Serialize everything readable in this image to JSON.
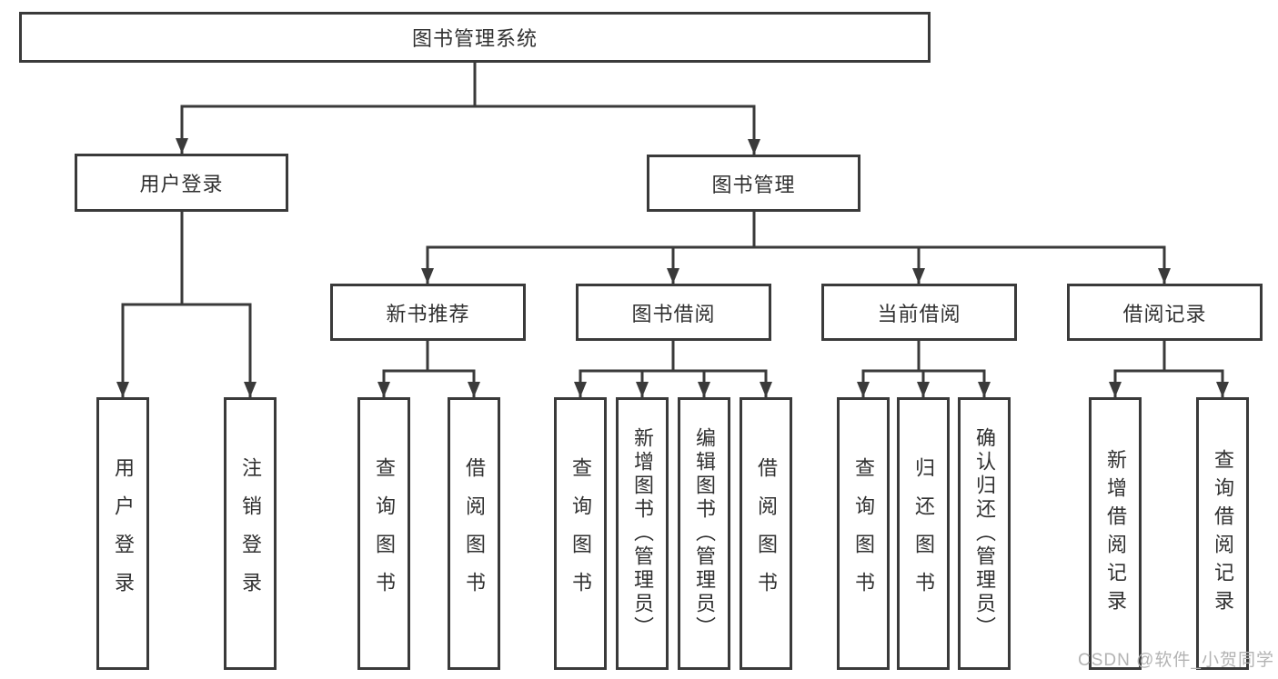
{
  "tree": {
    "root": "图书管理系统",
    "children": [
      {
        "label": "用户登录",
        "children": [
          {
            "label": "用户登录"
          },
          {
            "label": "注销登录"
          }
        ]
      },
      {
        "label": "图书管理",
        "children": [
          {
            "label": "新书推荐",
            "children": [
              {
                "label": "查询图书"
              },
              {
                "label": "借阅图书"
              }
            ]
          },
          {
            "label": "图书借阅",
            "children": [
              {
                "label": "查询图书"
              },
              {
                "label": "新增图书（管理员）"
              },
              {
                "label": "编辑图书（管理员）"
              },
              {
                "label": "借阅图书"
              }
            ]
          },
          {
            "label": "当前借阅",
            "children": [
              {
                "label": "查询图书"
              },
              {
                "label": "归还图书"
              },
              {
                "label": "确认归还（管理员）"
              }
            ]
          },
          {
            "label": "借阅记录",
            "children": [
              {
                "label": "新增借阅记录"
              },
              {
                "label": "查询借阅记录"
              }
            ]
          }
        ]
      }
    ]
  },
  "watermark": {
    "text": "CSDN @软件_小贺同学"
  },
  "colors": {
    "line": "#3a3a3a",
    "text": "#303030",
    "background": "#ffffff",
    "watermark": "#b3b3b3"
  }
}
